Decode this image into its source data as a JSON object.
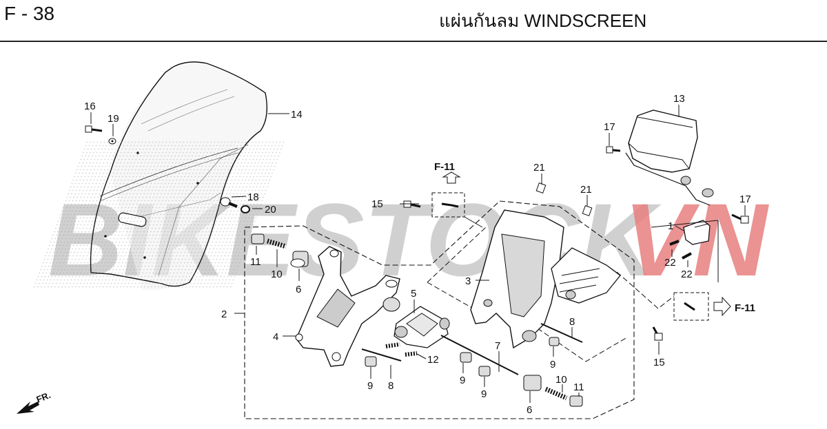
{
  "header": {
    "code": "F - 38",
    "title": "แผ่นกันลม WINDSCREEN"
  },
  "watermark": {
    "part1": "BIKESTOCK",
    "part2": "VN",
    "color1": "#c8c8c8",
    "color2": "#e88080"
  },
  "references": {
    "upper": "F-11",
    "right": "F-11"
  },
  "direction": "FR.",
  "callouts": {
    "c1": "1",
    "c2": "2",
    "c3": "3",
    "c4": "4",
    "c5": "5",
    "c6a": "6",
    "c6b": "6",
    "c7": "7",
    "c8a": "8",
    "c8b": "8",
    "c9a": "9",
    "c9b": "9",
    "c9c": "9",
    "c9d": "9",
    "c10a": "10",
    "c10b": "10",
    "c11a": "11",
    "c11b": "11",
    "c12": "12",
    "c13": "13",
    "c14": "14",
    "c15a": "15",
    "c15b": "15",
    "c16": "16",
    "c17a": "17",
    "c17b": "17",
    "c18": "18",
    "c19": "19",
    "c20": "20",
    "c21a": "21",
    "c21b": "21",
    "c22a": "22",
    "c22b": "22"
  }
}
